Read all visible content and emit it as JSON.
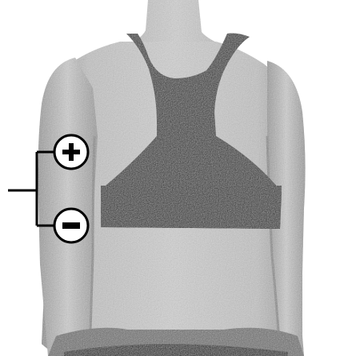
{
  "figure": {
    "subject": "back-view-torso",
    "electrodes": [
      {
        "id": "positive",
        "symbol": "+",
        "icon": "plus-electrode-icon"
      },
      {
        "id": "negative",
        "symbol": "−",
        "icon": "minus-electrode-icon"
      }
    ],
    "colors": {
      "skin": "#bdbdbd",
      "skin_shadow": "#8e8e8e",
      "garment": "#2a2a2a",
      "line": "#000000",
      "background": "#ffffff"
    }
  }
}
